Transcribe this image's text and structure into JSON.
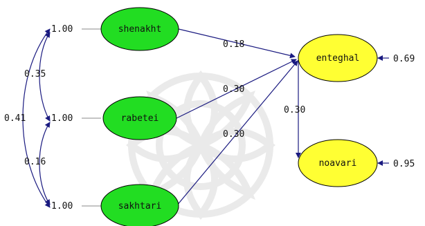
{
  "diagram": {
    "watermark": {
      "color": "#d9d9d9"
    },
    "colors": {
      "latent": "#22dd22",
      "outcome": "#ffff33",
      "path": "#1a1a80",
      "variance_line": "#8a8a8a",
      "node_outline": "#000000"
    },
    "exogenous": [
      {
        "id": "shenakht",
        "label": "shenakht",
        "variance": "1.00"
      },
      {
        "id": "rabetei",
        "label": "rabetei",
        "variance": "1.00"
      },
      {
        "id": "sakhtari",
        "label": "sakhtari",
        "variance": "1.00"
      }
    ],
    "endogenous": [
      {
        "id": "enteghal",
        "label": "enteghal",
        "error": "0.69"
      },
      {
        "id": "noavari",
        "label": "noavari",
        "error": "0.95"
      }
    ],
    "paths": [
      {
        "from": "shenakht",
        "to": "enteghal",
        "coef": "0.18"
      },
      {
        "from": "rabetei",
        "to": "enteghal",
        "coef": "0.30"
      },
      {
        "from": "sakhtari",
        "to": "enteghal",
        "coef": "0.30"
      },
      {
        "from": "enteghal",
        "to": "noavari",
        "coef": "0.30"
      }
    ],
    "covariances": [
      {
        "between": [
          "shenakht",
          "rabetei"
        ],
        "value": "0.35"
      },
      {
        "between": [
          "rabetei",
          "sakhtari"
        ],
        "value": "0.16"
      },
      {
        "between": [
          "shenakht",
          "sakhtari"
        ],
        "value": "0.41"
      }
    ]
  }
}
